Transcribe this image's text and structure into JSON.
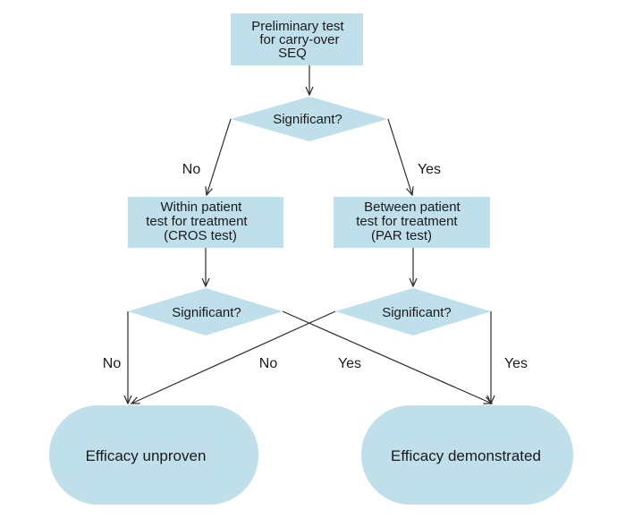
{
  "colors": {
    "fill": "#bfdfea",
    "line": "#2a2a2a",
    "text": "#1a1a1a",
    "background": "#ffffff"
  },
  "nodes": {
    "preliminary_test": {
      "lines": [
        "Preliminary test",
        "for carry-over",
        "SEQ"
      ]
    },
    "decision_top": {
      "label": "Significant?"
    },
    "within_patient": {
      "lines": [
        "Within patient",
        "test for treatment",
        "(CROS test)"
      ]
    },
    "between_patient": {
      "lines": [
        "Between patient",
        "test for treatment",
        "(PAR test)"
      ]
    },
    "decision_left": {
      "label": "Significant?"
    },
    "decision_right": {
      "label": "Significant?"
    },
    "efficacy_unproven": {
      "label": "Efficacy unproven"
    },
    "efficacy_demonstrated": {
      "label": "Efficacy demonstrated"
    }
  },
  "edge_labels": {
    "top_no": "No",
    "top_yes": "Yes",
    "left_no": "No",
    "left_yes": "Yes",
    "right_no": "No",
    "right_yes": "Yes"
  }
}
